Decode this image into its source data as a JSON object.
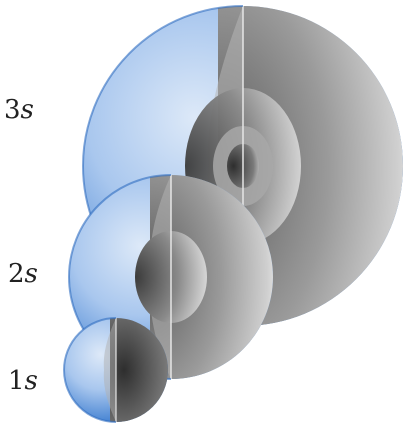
{
  "labels": {
    "orbital_3s": {
      "number": "3",
      "letter": "s"
    },
    "orbital_2s": {
      "number": "2",
      "letter": "s"
    },
    "orbital_1s": {
      "number": "1",
      "letter": "s"
    }
  },
  "colors": {
    "outer_blue": "#3f7fd0",
    "light_blue": "#b9d3f0",
    "gray_dark": "#3a3a3a",
    "gray_mid": "#8a8a8a",
    "gray_light": "#e0e0e0"
  }
}
